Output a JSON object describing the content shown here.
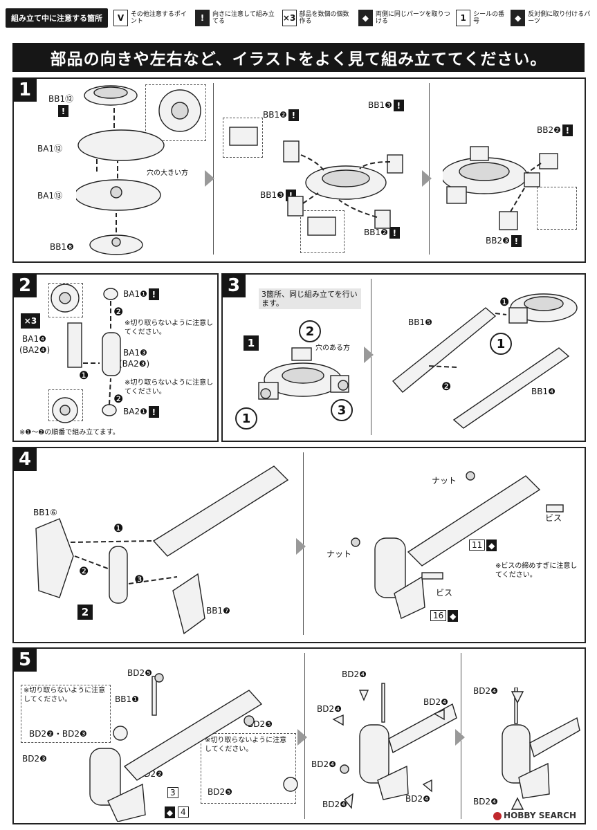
{
  "legend": {
    "heading": "組み立て中に注意する箇所",
    "items": [
      {
        "icon": "V",
        "text": "その他注意するポイント",
        "dark": false
      },
      {
        "icon": "!",
        "text": "向きに注意して組み立てる",
        "dark": true
      },
      {
        "icon": "×3",
        "text": "部品を数個の個数作る",
        "dark": false
      },
      {
        "icon": "◆",
        "text": "両側に同じパーツを取りつける",
        "dark": true
      },
      {
        "icon": "1",
        "text": "シールの番号",
        "dark": false
      },
      {
        "icon": "◆",
        "text": "反対側に取り付けるパーツ",
        "dark": true
      }
    ]
  },
  "banner": "部品の向きや左右など、イラストをよく見て組み立ててください。",
  "step1": {
    "num": "1",
    "labels": {
      "bb1_12": "BB1⑫",
      "ba1_12": "BA1⑫",
      "ba1_13": "BA1⑬",
      "bb1_8": "BB1❽",
      "hole_note": "穴の大きい方",
      "bb1_2a": "BB1❷",
      "bb1_3a": "BB1❸",
      "bb1_3b": "BB1❸",
      "bb1_2b": "BB1❷",
      "bb2_2": "BB2❷",
      "bb2_3": "BB2❸"
    }
  },
  "step2": {
    "num": "2",
    "labels": {
      "ba1_1": "BA1❶",
      "x3": "×3",
      "ba1_4": "BA1❹",
      "ba2_4": "(BA2❹)",
      "ba1_3": "BA1❸",
      "ba2_3": "(BA2❸)",
      "ba2_1": "BA2❶",
      "cut1": "※切り取らないように注意してください。",
      "cut2": "※切り取らないように注意してください。",
      "order": "※❶～❷の順番で組み立てます。",
      "n1": "❶",
      "n2a": "❷",
      "n2b": "❷"
    }
  },
  "step3": {
    "num": "3",
    "note": "3箇所、同じ組み立てを行います。",
    "labels": {
      "ref": "1",
      "c1": "1",
      "c2": "2",
      "c3": "3",
      "hole": "穴のある方",
      "bb1_5": "BB1❺",
      "bb1_4": "BB1❹",
      "c1b": "1",
      "n1": "❶",
      "n2": "❷"
    }
  },
  "step4": {
    "num": "4",
    "labels": {
      "bb1_6": "BB1⑥",
      "bb1_7": "BB1❼",
      "ref": "2",
      "n1": "❶",
      "n2": "❷",
      "n3": "❸",
      "nut1": "ナット",
      "screw1": "ビス",
      "nut2": "ナット",
      "screw2": "ビス",
      "sticker11": "11",
      "sticker16": "16",
      "caution": "※ビスの締めすぎに注意してください。"
    }
  },
  "step5": {
    "num": "5",
    "labels": {
      "bd2_5a": "BD2❺",
      "bb1_1": "BB1❶",
      "bd2_5b": "BD2❺",
      "bd2_3": "BD2❸",
      "bd2_2": "BD2❷",
      "pair": "BD2❷・BD2❸",
      "bd2_5c": "BD2❺",
      "sticker3": "3",
      "sticker4": "4",
      "cut1": "※切り取らないように注意してください。",
      "cut2": "※切り取らないように注意してください。",
      "bd2_4a": "BD2❹",
      "bd2_4b": "BD2❹",
      "bd2_4c": "BD2❹",
      "bd2_4d": "BD2❹",
      "bd2_4e": "BD2❹",
      "bd2_4f": "BD2❹",
      "bd2_4g": "BD2❹",
      "bd2_4h": "BD2❹"
    }
  },
  "watermark": "HOBBY SEARCH"
}
